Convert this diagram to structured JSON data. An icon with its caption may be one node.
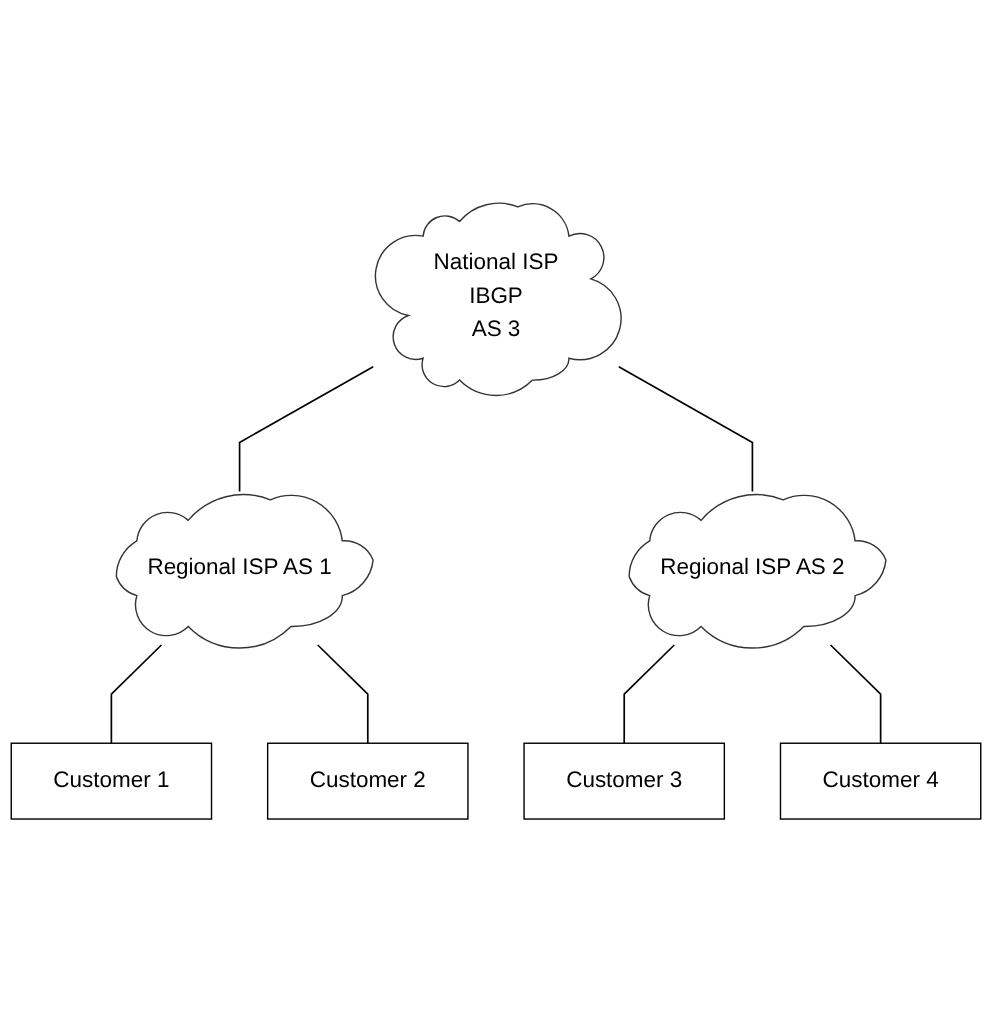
{
  "diagram": {
    "nodes": [
      {
        "text": [
          "National ISP",
          "IBGP",
          "AS 3"
        ]
      },
      {
        "text": [
          "Regional ISP AS 1"
        ]
      },
      {
        "text": [
          "Regional ISP AS 2"
        ]
      },
      {
        "text": [
          "Customer 1"
        ]
      },
      {
        "text": [
          "Customer 2"
        ]
      },
      {
        "text": [
          "Customer 3"
        ]
      },
      {
        "text": [
          "Customer 4"
        ]
      }
    ],
    "edges": [
      {
        "from": 0,
        "to": 1,
        "arrow": "none"
      },
      {
        "from": 0,
        "to": 2,
        "arrow": "none"
      },
      {
        "from": 1,
        "to": 3,
        "arrow": "none"
      },
      {
        "from": 1,
        "to": 4,
        "arrow": "none"
      },
      {
        "from": 2,
        "to": 5,
        "arrow": "none"
      },
      {
        "from": 2,
        "to": 6,
        "arrow": "none"
      }
    ]
  }
}
